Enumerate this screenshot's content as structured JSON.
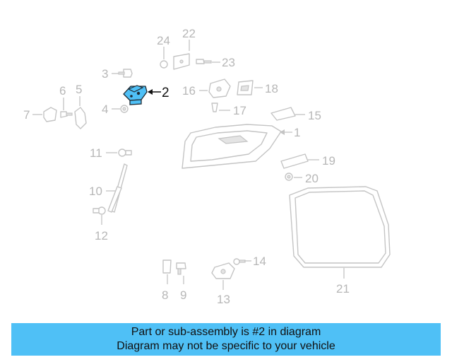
{
  "callouts": [
    {
      "id": "1",
      "label": "1"
    },
    {
      "id": "2",
      "label": "2"
    },
    {
      "id": "3",
      "label": "3"
    },
    {
      "id": "4",
      "label": "4"
    },
    {
      "id": "5",
      "label": "5"
    },
    {
      "id": "6",
      "label": "6"
    },
    {
      "id": "7",
      "label": "7"
    },
    {
      "id": "8",
      "label": "8"
    },
    {
      "id": "9",
      "label": "9"
    },
    {
      "id": "10",
      "label": "10"
    },
    {
      "id": "11",
      "label": "11"
    },
    {
      "id": "12",
      "label": "12"
    },
    {
      "id": "13",
      "label": "13"
    },
    {
      "id": "14",
      "label": "14"
    },
    {
      "id": "15",
      "label": "15"
    },
    {
      "id": "16",
      "label": "16"
    },
    {
      "id": "17",
      "label": "17"
    },
    {
      "id": "18",
      "label": "18"
    },
    {
      "id": "19",
      "label": "19"
    },
    {
      "id": "20",
      "label": "20"
    },
    {
      "id": "21",
      "label": "21"
    },
    {
      "id": "22",
      "label": "22"
    },
    {
      "id": "23",
      "label": "23"
    },
    {
      "id": "24",
      "label": "24"
    }
  ],
  "highlight": {
    "part": "2",
    "color": "#4fc0f6"
  },
  "banner": {
    "line1": "Part or sub-assembly is #2 in diagram",
    "line2": "Diagram may not be specific to your vehicle",
    "background": "#4fc0f6"
  }
}
